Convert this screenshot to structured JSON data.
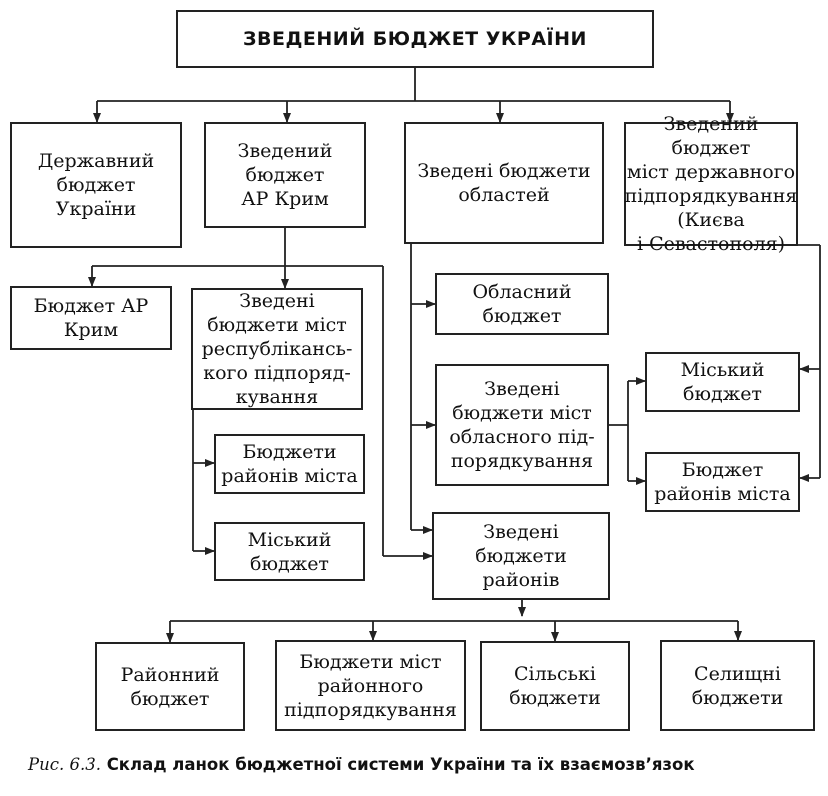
{
  "root": {
    "label": "ЗВЕДЕНИЙ БЮДЖЕТ УКРАЇНИ"
  },
  "level1": {
    "state": "Державний\nбюджет\nУкраїни",
    "crimea": "Зведений\nбюджет\nАР Крим",
    "regions": "Зведені бюджети\nобластей",
    "special_cities": "Зведений бюджет\nміст державного\nпідпорядкування\n(Києва\nі Севастополя)"
  },
  "crimea_branch": {
    "ar_budget": "Бюджет АР\nКрим",
    "republican_cities": "Зведені\nбюджети міст\nреспублікансь-\nкого підпоряд-\nкування",
    "city_districts": "Бюджети\nрайонів міста",
    "city_budget": "Міський\nбюджет"
  },
  "regions_branch": {
    "oblast_budget": "Обласний\nбюджет",
    "oblast_cities": "Зведені\nбюджети міст\nобласного під-\nпорядкування",
    "districts": "Зведені\nбюджети\nрайонів"
  },
  "special_branch": {
    "city_budget": "Міський\nбюджет",
    "city_districts": "Бюджет\nрайонів міста"
  },
  "district_branch": {
    "district_budget": "Районний\nбюджет",
    "district_cities": "Бюджети міст\nрайонного\nпідпорядкування",
    "village_budgets": "Сільські\nбюджети",
    "settlement_budgets": "Селищні\nбюджети"
  },
  "caption": {
    "figure": "Рис. 6.3.",
    "text": " Склад ланок бюджетної системи України та їх взаємозв’язок"
  }
}
